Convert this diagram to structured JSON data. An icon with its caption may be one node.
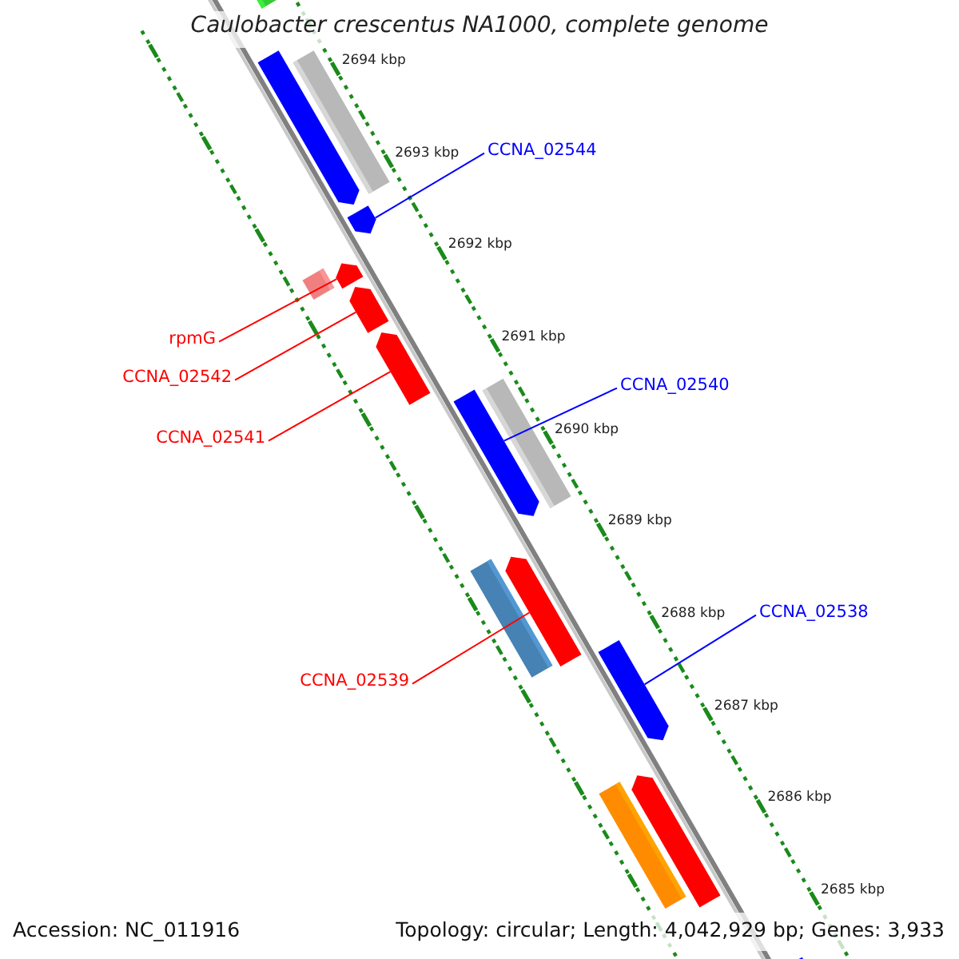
{
  "diagram": {
    "title": "Caulobacter crescentus NA1000, complete genome",
    "nodes": [
      {
        "text": [
          "CCNA_02544"
        ]
      },
      {
        "text": [
          "rpmG"
        ]
      },
      {
        "text": [
          "CCNA_02542"
        ]
      },
      {
        "text": [
          "CCNA_02540"
        ]
      },
      {
        "text": [
          "CCNA_02541"
        ]
      },
      {
        "text": [
          "CCNA_02538"
        ]
      },
      {
        "text": [
          "CCNA_02539"
        ]
      },
      {
        "text": [],
        "shape": "bar"
      },
      {
        "text": [],
        "shape": "pentagon"
      },
      {
        "text": [],
        "shape": "bar"
      },
      {
        "text": [],
        "shape": "pentagon"
      },
      {
        "text": [],
        "shape": "bar"
      },
      {
        "text": [],
        "shape": "pentagon"
      },
      {
        "text": [],
        "shape": "pentagon"
      },
      {
        "text": [],
        "shape": "pentagon"
      },
      {
        "text": [],
        "shape": "pentagon"
      },
      {
        "text": [],
        "shape": "bar"
      },
      {
        "text": [],
        "shape": "bar"
      },
      {
        "text": [],
        "shape": "pentagon"
      },
      {
        "text": [],
        "shape": "pentagon"
      },
      {
        "text": [],
        "shape": "bar"
      },
      {
        "text": [],
        "shape": "pentagon"
      },
      {
        "text": [],
        "shape": "pentagon"
      }
    ],
    "edges": [
      {
        "from": 0,
        "to": 10,
        "arrow": "none",
        "color": "#0000ff"
      },
      {
        "from": 1,
        "to": 12,
        "arrow": "none"
      },
      {
        "from": 2,
        "to": 13,
        "arrow": "none"
      },
      {
        "from": 3,
        "to": 15,
        "arrow": "none",
        "color": "#0000ff"
      },
      {
        "from": 4,
        "to": 14,
        "arrow": "none"
      },
      {
        "from": 5,
        "to": 19,
        "arrow": "none",
        "color": "#0000ff"
      },
      {
        "from": 6,
        "to": 18,
        "arrow": "none"
      }
    ],
    "labels": [
      "2694 kbp",
      "2693 kbp",
      "2692 kbp",
      "2691 kbp",
      "2690 kbp",
      "2689 kbp",
      "2688 kbp",
      "2687 kbp",
      "2686 kbp",
      "2685 kbp",
      "Accession: NC_011916",
      "Topology: circular; Length: 4,042,929 bp; Genes: 3,933"
    ]
  }
}
